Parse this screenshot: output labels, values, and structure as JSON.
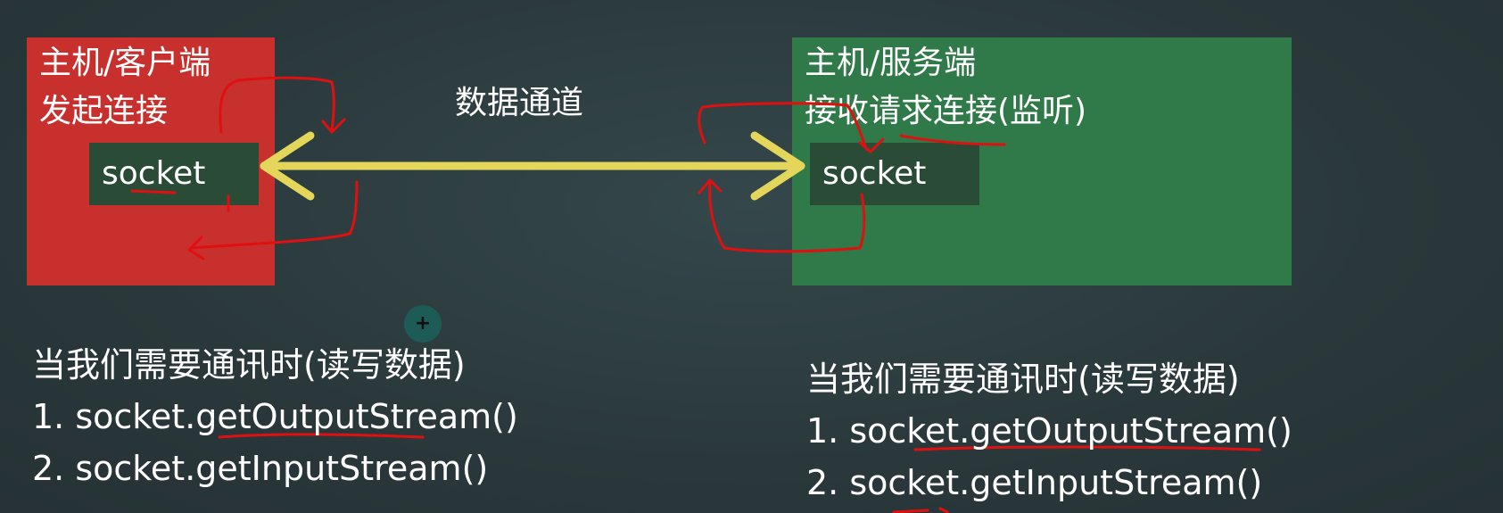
{
  "diagram": {
    "client": {
      "title_line1": "主机/客户端",
      "title_line2": "发起连接",
      "socket_label": "socket",
      "color": "#c8302e"
    },
    "server": {
      "title_line1": "主机/服务端",
      "title_line2": "接收请求连接(监听)",
      "socket_label": "socket",
      "color": "#2f7a48"
    },
    "channel_label": "数据通道",
    "arrow_color": "#e3d65a",
    "annotation_color": "#e01010"
  },
  "notes": {
    "left": {
      "heading": "当我们需要通讯时(读写数据)",
      "line1": "1. socket.getOutputStream()",
      "line2": "2. socket.getInputStream()"
    },
    "right": {
      "heading": "当我们需要通讯时(读写数据)",
      "line1": "1. socket.getOutputStream()",
      "line2": "2. socket.getInputStream()"
    }
  },
  "cursor": {
    "glyph": "+",
    "icon": "crosshair-cursor-icon"
  }
}
